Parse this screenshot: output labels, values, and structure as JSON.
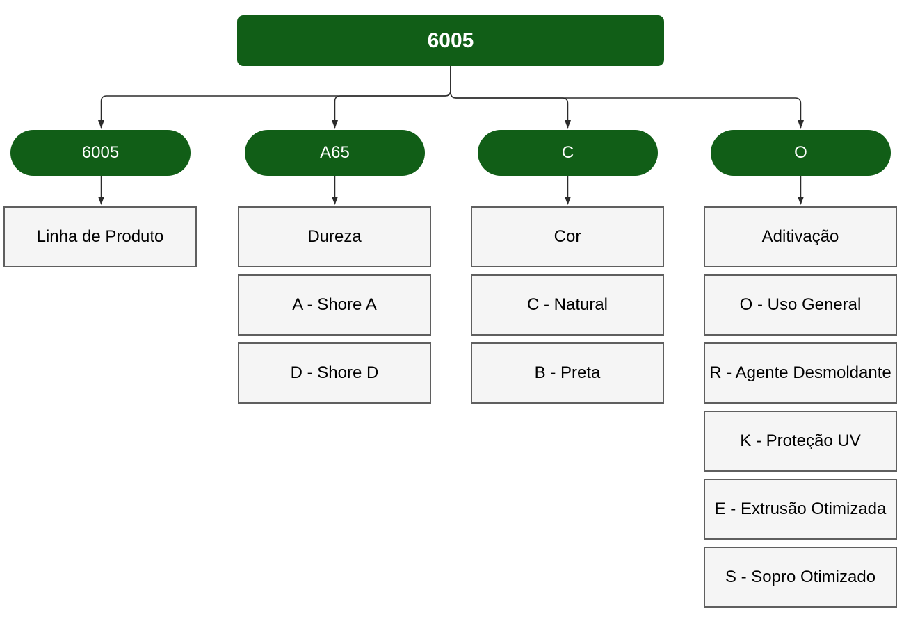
{
  "root": {
    "label": "6005"
  },
  "branches": [
    {
      "label": "6005",
      "children": [
        "Linha de Produto"
      ]
    },
    {
      "label": "A65",
      "children": [
        "Dureza",
        "A - Shore A",
        "D - Shore D"
      ]
    },
    {
      "label": "C",
      "children": [
        "Cor",
        "C - Natural",
        "B - Preta"
      ]
    },
    {
      "label": "O",
      "children": [
        "Aditivação",
        "O - Uso General",
        "R - Agente Desmoldante",
        "K - Proteção UV",
        "E - Extrusão Otimizada",
        "S - Sopro Otimizado"
      ]
    }
  ],
  "colors": {
    "node_fill": "#115e17",
    "node_text": "#ffffff",
    "leaf_fill": "#f5f5f5",
    "leaf_border": "#5f5f5f",
    "leaf_text": "#000000",
    "connector": "#2b2b2b",
    "background": "#ffffff"
  }
}
